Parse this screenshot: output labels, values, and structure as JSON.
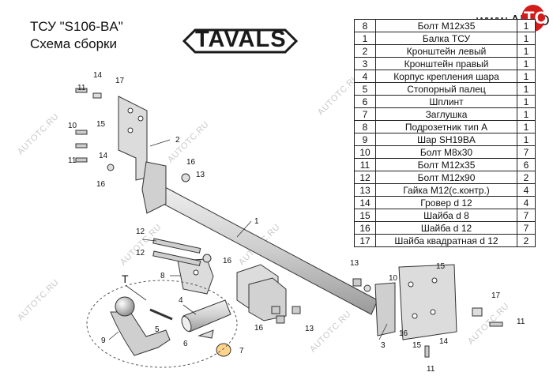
{
  "header": {
    "title": "ТСУ  \"S106-BA\"",
    "subtitle": "Схема сборки"
  },
  "logo": {
    "text": "TAVALS"
  },
  "corner_logo": {
    "text": "www.AUTO",
    "badge": "TC"
  },
  "watermark": "AUTOTC.RU",
  "parts_table": [
    {
      "n": "8",
      "name": "Болт М12х35",
      "qty": "1"
    },
    {
      "n": "1",
      "name": "Балка ТСУ",
      "qty": "1"
    },
    {
      "n": "2",
      "name": "Кронштейн левый",
      "qty": "1"
    },
    {
      "n": "3",
      "name": "Кронштейн правый",
      "qty": "1"
    },
    {
      "n": "4",
      "name": "Корпус крепления шара",
      "qty": "1"
    },
    {
      "n": "5",
      "name": "Стопорный палец",
      "qty": "1"
    },
    {
      "n": "6",
      "name": "Шплинт",
      "qty": "1"
    },
    {
      "n": "7",
      "name": "Заглушка",
      "qty": "1"
    },
    {
      "n": "8",
      "name": "Подрозетник тип А",
      "qty": "1"
    },
    {
      "n": "9",
      "name": "Шар SH19BA",
      "qty": "1"
    },
    {
      "n": "10",
      "name": "Болт М8х30",
      "qty": "7"
    },
    {
      "n": "11",
      "name": "Болт М12х35",
      "qty": "6"
    },
    {
      "n": "12",
      "name": "Болт М12х90",
      "qty": "2"
    },
    {
      "n": "13",
      "name": "Гайка М12(с.контр.)",
      "qty": "4"
    },
    {
      "n": "14",
      "name": "Гровер d 12",
      "qty": "4"
    },
    {
      "n": "15",
      "name": "Шайба d 8",
      "qty": "7"
    },
    {
      "n": "16",
      "name": "Шайба d 12",
      "qty": "7"
    },
    {
      "n": "17",
      "name": "Шайба квадратная d 12",
      "qty": "2"
    }
  ],
  "callouts": {
    "c1": "1",
    "c2": "2",
    "c3": "3",
    "c4": "4",
    "c5": "5",
    "c6": "6",
    "c7": "7",
    "c8": "8",
    "c9": "9",
    "c10a": "10",
    "c10b": "10",
    "c11a": "11",
    "c11b": "11",
    "c11c": "11",
    "c11d": "11",
    "c12a": "12",
    "c12b": "12",
    "c13a": "13",
    "c13b": "13",
    "c13c": "13",
    "c14a": "14",
    "c14b": "14",
    "c14c": "14",
    "c15a": "15",
    "c15b": "15",
    "c15c": "15",
    "c16a": "16",
    "c16b": "16",
    "c16c": "16",
    "c16d": "16",
    "c16e": "16",
    "c17a": "17",
    "c17b": "17",
    "ct": "T"
  },
  "colors": {
    "part_fill": "#dcdcdc",
    "part_stroke": "#333333",
    "brand_red": "#d21b1b"
  }
}
